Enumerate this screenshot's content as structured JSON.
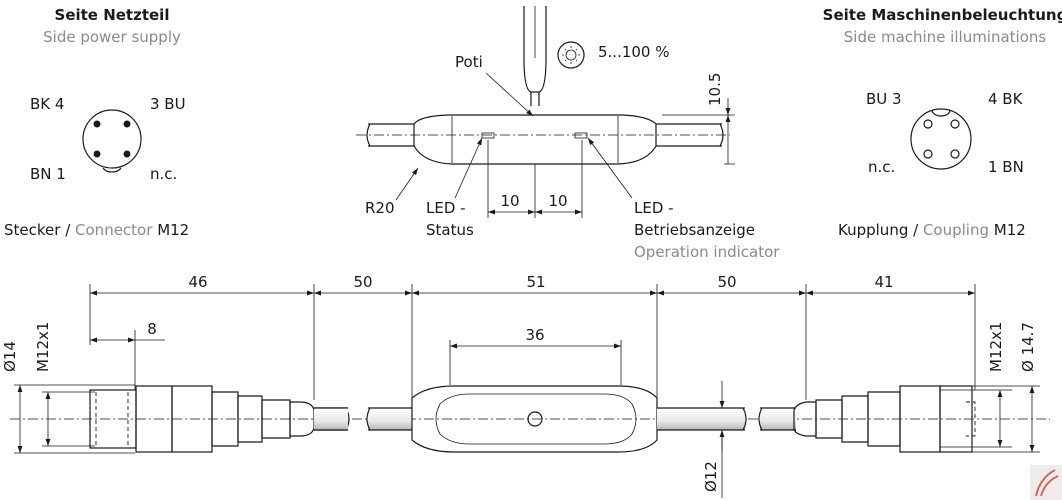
{
  "left_side": {
    "title": "Seite Netzteil",
    "subtitle": "Side power supply",
    "pin_bk": "BK 4",
    "pin_bu": "3 BU",
    "pin_bn": "BN 1",
    "pin_nc": "n.c.",
    "connector_de": "Stecker /",
    "connector_en": "Connector",
    "connector_size": "M12"
  },
  "right_side": {
    "title": "Seite Maschinenbeleuchtung",
    "subtitle": "Side machine illuminations",
    "pin_bu": "BU 3",
    "pin_bk": "4 BK",
    "pin_nc": "n.c.",
    "pin_bn": "1 BN",
    "coupling_de": "Kupplung /",
    "coupling_en": "Coupling",
    "coupling_size": "M12"
  },
  "top_detail": {
    "poti": "Poti",
    "range": "5...100 %",
    "dim_height": "10.5",
    "radius": "R20",
    "led_status_1": "LED -",
    "led_status_2": "Status",
    "led_op_1": "LED -",
    "led_op_2": "Betriebsanzeige",
    "led_op_en": "Operation indicator",
    "dim_10a": "10",
    "dim_10b": "10"
  },
  "bottom_dims": {
    "d46": "46",
    "d50a": "50",
    "d51": "51",
    "d50b": "50",
    "d41": "41",
    "d8": "8",
    "d36": "36",
    "dia14": "Ø14",
    "m12_left": "M12x1",
    "m12_right": "M12x1",
    "dia147": "Ø 14.7",
    "dia12": "Ø12"
  }
}
